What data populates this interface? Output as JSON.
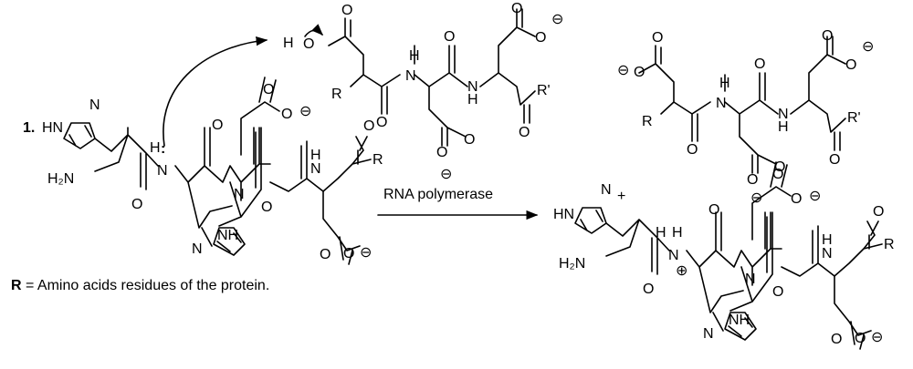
{
  "step": {
    "number": "1."
  },
  "atoms": {
    "O": "O",
    "H": "H",
    "N": "N",
    "NH": "NH",
    "HN": "HN",
    "H2N": "H₂N",
    "R": "R",
    "Rp": "R'",
    "neg": "⊖",
    "pos": "⊕",
    "lone_pair": ":"
  },
  "reagent": "RNA polymerase",
  "plus": "+",
  "legend": {
    "symbol": "R",
    "text": " = Amino acids residues of the protein."
  }
}
